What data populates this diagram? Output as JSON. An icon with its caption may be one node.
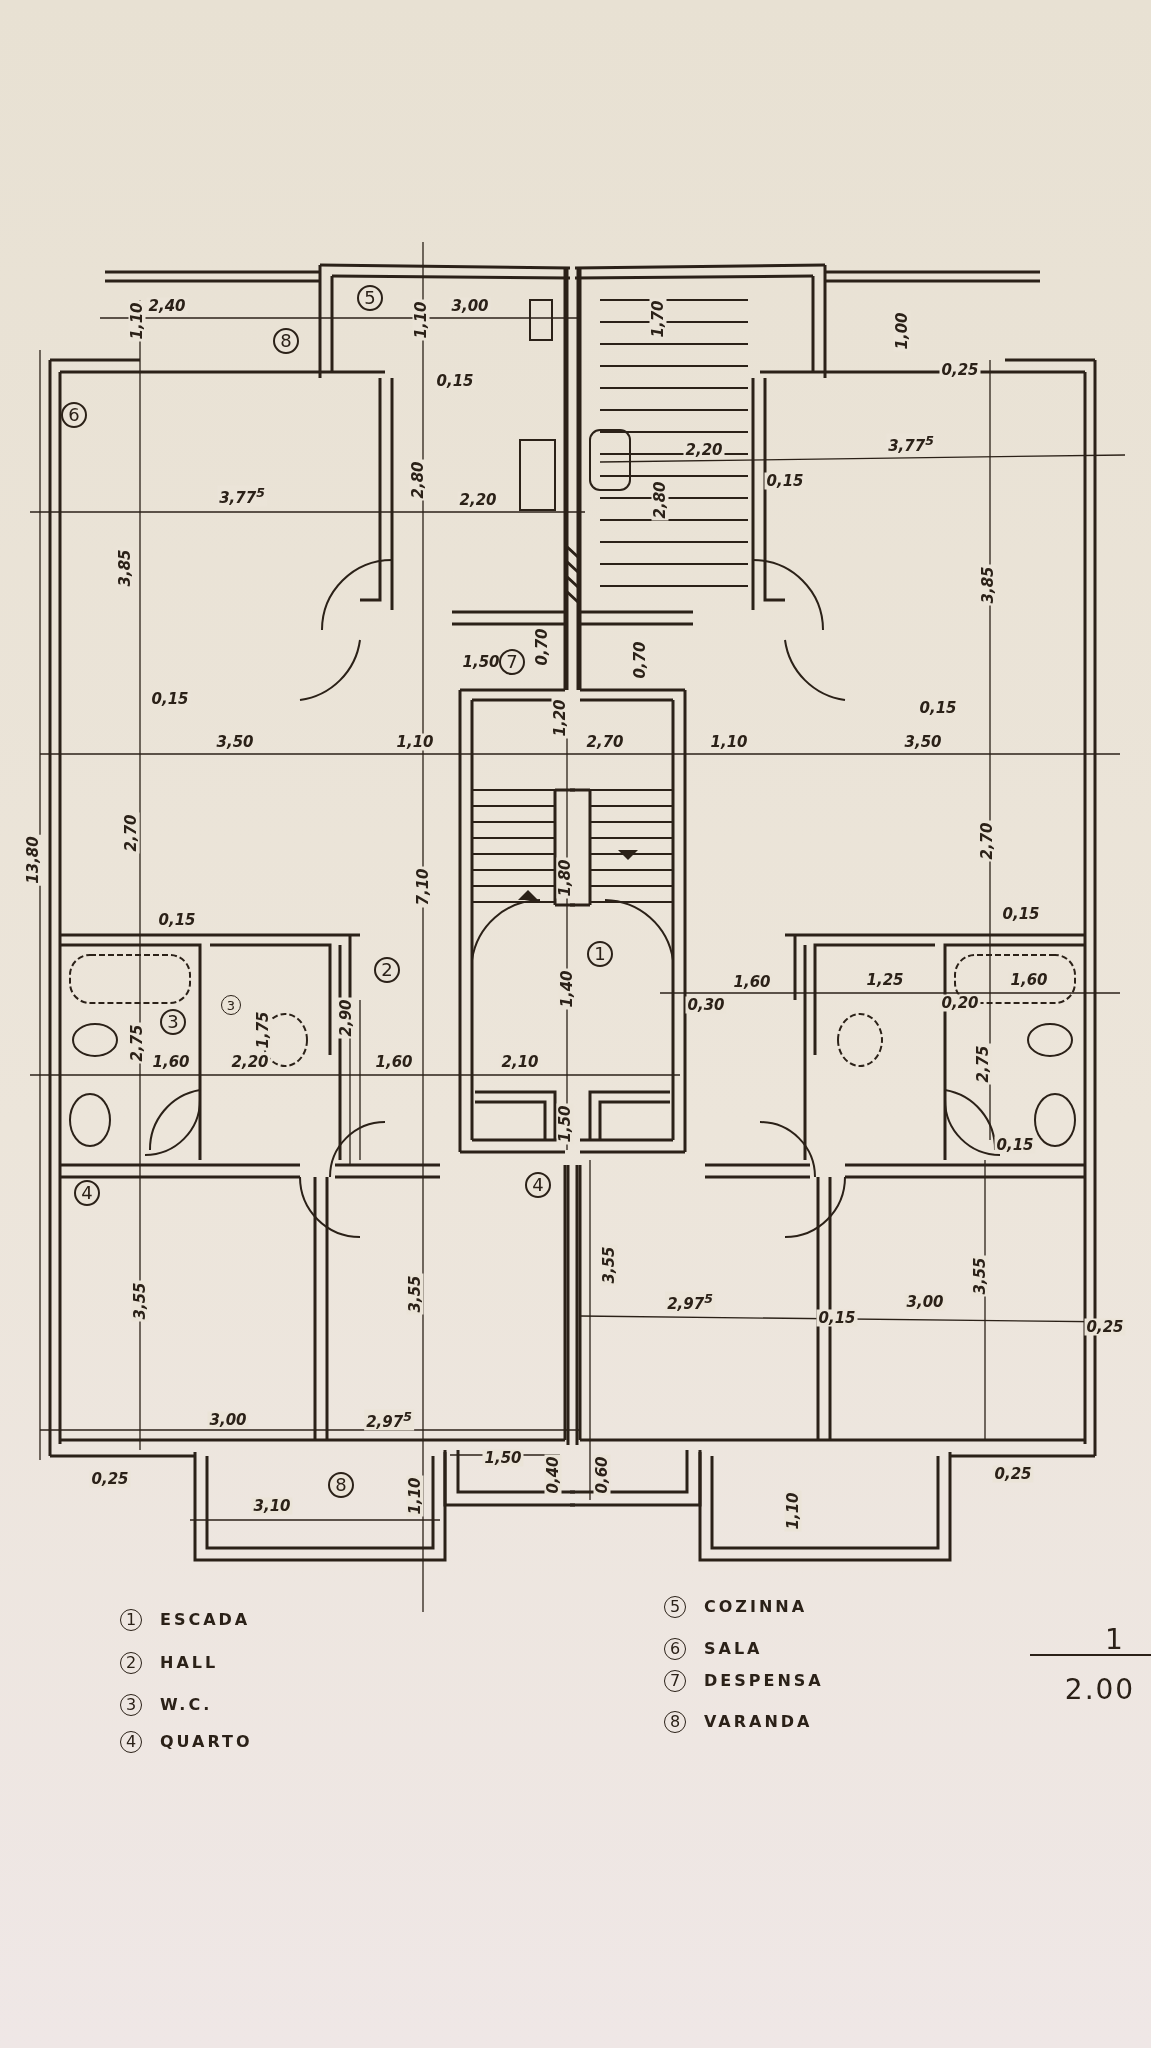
{
  "diagram": {
    "labels": [
      "5",
      "2,40",
      "1,10",
      "1,10",
      "3,00",
      "1,70",
      "1,00",
      "8",
      "0,15",
      "0,25",
      "6",
      "3,77$^{5}$",
      "2,80",
      "2,20",
      "2,20",
      "3,77$^{5}$",
      "0,15",
      "2,80",
      "3,85",
      "3,85",
      "0,70",
      "1,50",
      "7",
      "0,70",
      "0,15",
      "0,15",
      "1,20",
      "3,50",
      "1,10",
      "2,70",
      "1,10",
      "3,50",
      "13,80",
      "2,70",
      "7,10",
      "1,80",
      "2,70",
      "0,15",
      "0,15",
      "1",
      "2",
      "1,60",
      "1,25",
      "1,60",
      "1,40",
      "0,30",
      "0,20",
      "3",
      "1,75",
      "3",
      "2,90",
      "2,75",
      "1,60",
      "2,20",
      "1,60",
      "2,10",
      "2,75",
      "1,50",
      "0,15",
      "4",
      "4",
      "3,55",
      "3,55",
      "3,55",
      "2,97$^{5}$",
      "0,15",
      "3,00",
      "3,55",
      "0,25",
      "3,00",
      "2,97$^{5}$",
      "0,25",
      "8",
      "1,50",
      "0,40",
      "0,60",
      "0,25",
      "3,10",
      "1,10",
      "1,10",
      "1",
      "ESCADA",
      "2",
      "HALL",
      "3",
      "W.C.",
      "4",
      "QUARTO",
      "5",
      "COZINNA",
      "6",
      "SALA",
      "7",
      "DESPENSA",
      "8",
      "VARANDA",
      "1",
      "2.00"
    ]
  }
}
